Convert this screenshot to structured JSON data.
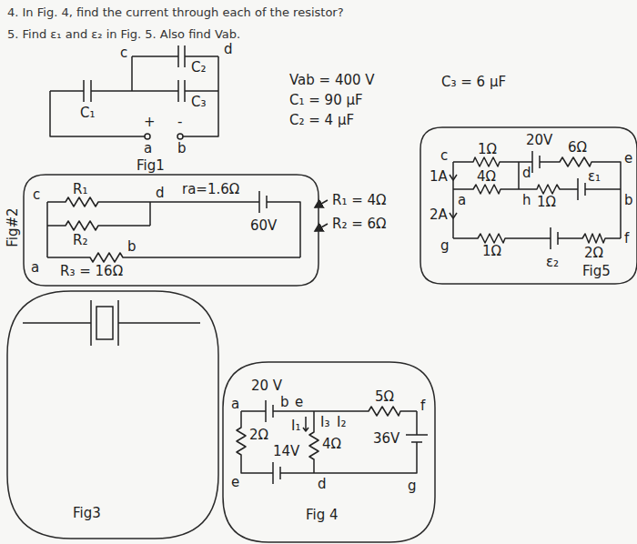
{
  "diagram": {
    "nodes": [
      {
        "text": [
          "c",
          "R₁",
          "d",
          "ra=1.6Ω",
          "R₂",
          "60V",
          "b",
          "a",
          "R₃ = 16Ω"
        ]
      },
      {
        "text": [
          "20V",
          "c",
          "1Ω",
          "d",
          "6Ω",
          "e",
          "1A",
          "4Ω",
          "ε₁",
          "b",
          "a",
          "h",
          "1Ω",
          "2A",
          "g",
          "1Ω",
          "2Ω",
          "f",
          "ε₂",
          "Fig5"
        ]
      },
      {
        "text": [
          "Fig3"
        ]
      },
      {
        "text": [
          "20 V",
          "a",
          "b",
          "e",
          "5Ω",
          "f",
          "I₁",
          "I₃",
          "I₂",
          "4Ω",
          "36V",
          "2Ω",
          "14V",
          "e",
          "d",
          "g",
          "Fig 4"
        ]
      }
    ],
    "labels": [
      "4. In Fig. 4, find the current through each of the resistor?",
      "5. Find ε₁ and ε₂ in Fig. 5. Also find Vab.",
      "c",
      "C₂",
      "d",
      "C₃",
      "C₁",
      "+",
      "-",
      "a",
      "b",
      "Fig1",
      "Vab = 400 V",
      "C₁ = 90 μF",
      "C₂ = 4 μF",
      "C₃ = 6 μF",
      "Fig#2",
      "R₁ = 4Ω",
      "R₂ = 6Ω"
    ]
  }
}
